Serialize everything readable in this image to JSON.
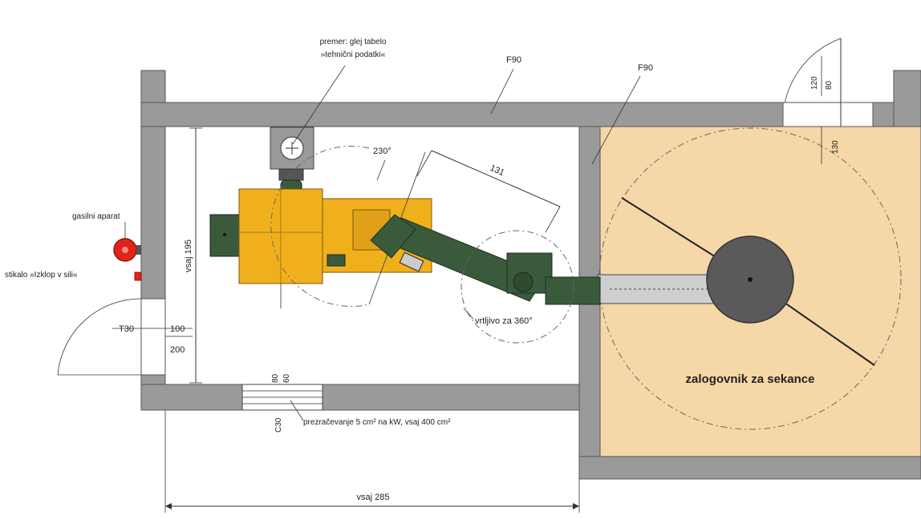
{
  "labels": {
    "premer_line1": "premer: glej tabelo",
    "premer_line2": "»tehnični podatki«",
    "f90_left": "F90",
    "f90_right": "F90",
    "gasilni": "gasilni aparat",
    "stikalo": "stikalo »Izklop v sili«",
    "vsaj195": "vsaj 195",
    "t30": "T30",
    "dim100": "100",
    "dim200": "200",
    "angle230": "230°",
    "dim131": "131",
    "vrtljivo": "vrtljivo za 360°",
    "zalogovnik": "zalogovnik za sekance",
    "dim80": "80",
    "dim60": "60",
    "c30": "C30",
    "prezracevanje": "prezračevanje 5 cm² na kW, vsaj 400 cm²",
    "vsaj285": "vsaj 285",
    "dim120": "120",
    "dim80b": "80",
    "dim130": "130"
  },
  "colors": {
    "wall": "#9a9a9a",
    "boiler": "#f0b01c",
    "boiler_dark": "#c8901a",
    "green": "#3a5a3c",
    "storage": "#f6d7a8",
    "red": "#e2231a",
    "disc": "#5a5a5a"
  }
}
